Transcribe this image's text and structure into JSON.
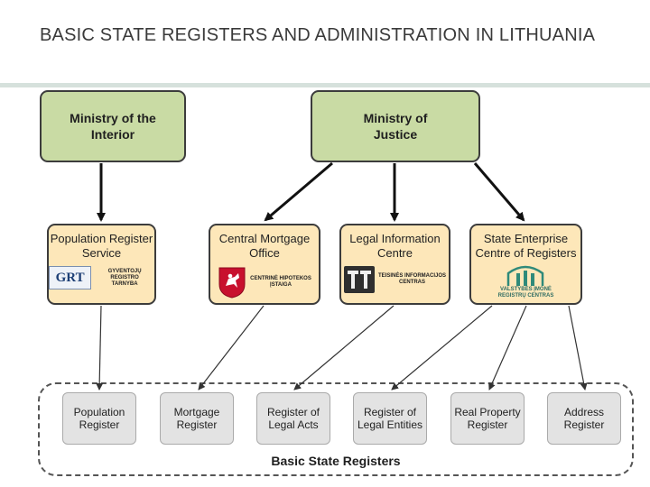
{
  "title": "BASIC STATE REGISTERS AND  ADMINISTRATION IN LITHUANIA",
  "ministries": {
    "interior": "Ministry of the\nInterior",
    "justice": "Ministry of\nJustice"
  },
  "agencies": [
    {
      "name": "Population Register\nService",
      "logo_text": "GRT",
      "logo_caption": "GYVENTOJŲ REGISTRO\nTARNYBA"
    },
    {
      "name": "Central Mortgage\nOffice",
      "logo_caption": "CENTRINĖ HIPOTEKOS\nĮSTAIGA"
    },
    {
      "name": "Legal Information\nCentre",
      "logo_caption": "TEISINĖS INFORMACIJOS\nCENTRAS"
    },
    {
      "name": "State Enterprise\nCentre of Registers",
      "logo_caption": "VALSTYBĖS ĮMONĖ\nREGISTRŲ CENTRAS"
    }
  ],
  "registers": [
    "Population\nRegister",
    "Mortgage\nRegister",
    "Register of\nLegal Acts",
    "Register of\nLegal Entities",
    "Real Property\nRegister",
    "Address\nRegister"
  ],
  "frame_label": "Basic State Registers",
  "colors": {
    "ministry": "#c9dba4",
    "agency": "#fde7b9",
    "register": "#e3e3e3"
  }
}
